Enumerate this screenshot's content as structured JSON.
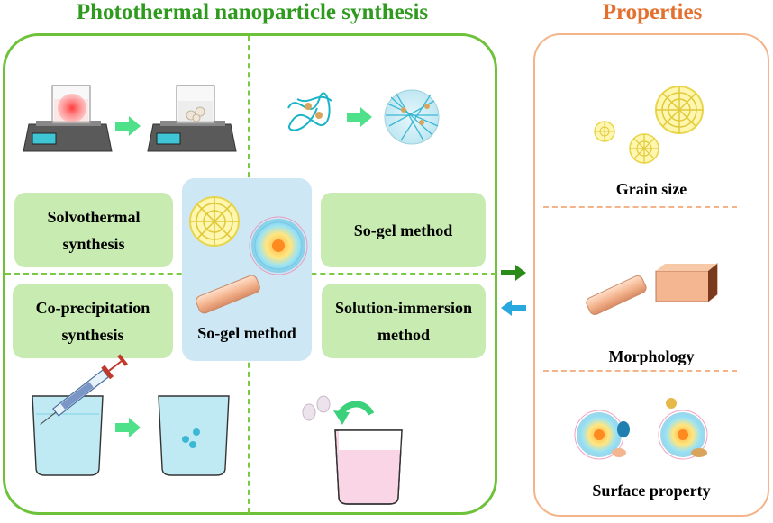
{
  "titles": {
    "left": "Photothermal nanoparticle synthesis",
    "right": "Properties"
  },
  "methods": {
    "solvothermal": "Solvothermal synthesis",
    "sogel_right": "So-gel method",
    "coprecipitation": "Co-precipitation synthesis",
    "solution_immersion": "Solution-immersion method",
    "center": "So-gel method"
  },
  "properties": {
    "grain_size": "Grain size",
    "morphology": "Morphology",
    "surface": "Surface property"
  },
  "colors": {
    "title_green": "#2e9a1e",
    "title_orange": "#e2702e",
    "panel_green": "#6ec23a",
    "panel_orange": "#f4b48a",
    "box_green": "#c7ebb0",
    "center_blue": "#cde7f5",
    "arrow_green": "#2a8a1a",
    "arrow_blue": "#29a8e0",
    "process_arrow": "#4fe08a"
  }
}
